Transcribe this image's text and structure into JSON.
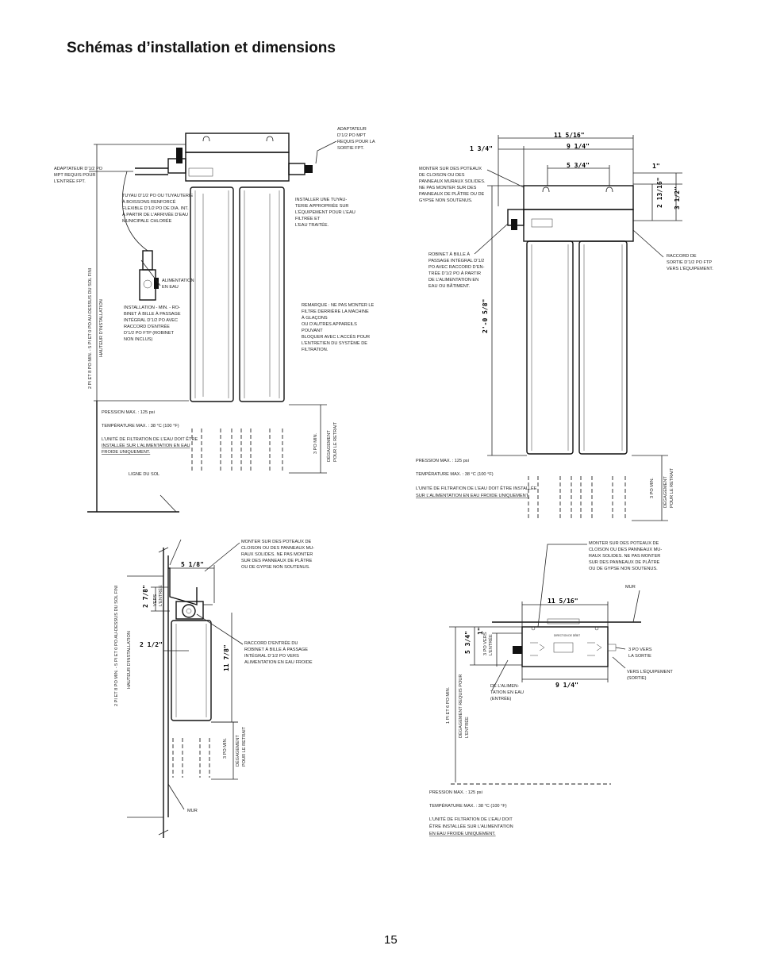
{
  "page": {
    "title": "Schémas d’installation et dimensions",
    "page_number": "15"
  },
  "fig1": {
    "adapter_outlet": [
      "ADAPTATEUR",
      "D’1/2 PO MPT",
      "REQUIS POUR LA",
      "SORTIE FPT."
    ],
    "adapter_inlet": [
      "ADAPTATEUR D’1/2 PO",
      "MPT REQUIS POUR",
      "L’ENTRÉE FPT."
    ],
    "tube": [
      "TUYAU D’1/2 PO OU TUYAUTERIE",
      "À BOISSONS RENFORCÉ",
      "FLEXIBLE D’1/2 PO DE DIA. INT.",
      "À PARTIR DE L’ARRIVÉE D’EAU",
      "MUNICIPALE CHLORÉE"
    ],
    "install_tubing": [
      "INSTALLER UNE TUYAU-",
      "TERIE APPROPRIÉE SUR",
      "L’ÉQUIPEMENT POUR L’EAU",
      "FILTRÉE ET",
      "L’EAU TRAITÉE."
    ],
    "water_supply": [
      "ALIMENTATION",
      "EN EAU"
    ],
    "min_install": [
      "INSTALLATION - MIN. - RO-",
      "BINET À BILLE À PASSAGE",
      "INTÉGRAL D’1/2 PO AVEC",
      "RACCORD D’ENTRÉE",
      "D’1/2 PO FTP (ROBINET",
      "NON INCLUS)"
    ],
    "remark": [
      "REMARQUE : NE PAS MONTER LE",
      "FILTRE DERRIÈRE LA MACHINE",
      "À GLAÇONS",
      "OU D’AUTRES APPAREILS",
      "POUVANT",
      "BLOQUER AVEC L’ACCÈS POUR",
      "L’ENTRETIEN DU SYSTÈME DE",
      "FILTRATION."
    ],
    "height_label_1": "2 PI ET 8 PO MIN. - 5 PI ET 0 PO AU-DESSUS DU SOL FINI",
    "height_label_2": "HAUTEUR D’INSTALLATION",
    "pressure": "PRESSION MAX. : 125 psi",
    "temperature": "TEMPÉRATURE MAX. : 38 °C (100 °F)",
    "cold_note_1": "L’UNITÉ DE FILTRATION DE L’EAU DOIT ÊTRE",
    "cold_note_2": "INSTALLÉE SUR L’ALIMENTATION EN EAU",
    "cold_note_3": "FROIDE UNIQUEMENT.",
    "clearance_1": "3 PO MIN.",
    "clearance_2": "DÉGAGEMENT",
    "clearance_3": "POUR LE RETRAIT",
    "ground": "LIGNE DU SOL"
  },
  "fig2": {
    "dim_overall": "11 5/16\"",
    "dim_1_3_4": "1 3/4\"",
    "dim_9_1_4": "9 1/4\"",
    "dim_5_3_4": "5 3/4\"",
    "dim_1": "1\"",
    "dim_2_13_16": "2 13/16\"",
    "dim_3_1_2": "3 1/2\"",
    "dim_height": "2'-0 5/8\"",
    "mount": [
      "MONTER SUR DES POTEAUX",
      "DE CLOISON OU DES",
      "PANNEAUX MURAUX SOLIDES.",
      "NE PAS MONTER SUR DES",
      "PANNEAUX DE PLÂTRE OU DE",
      "GYPSE NON SOUTENUS."
    ],
    "ball_valve": [
      "ROBINET À BILLE À",
      "PASSAGE INTÉGRAL D’1/2",
      "PO AVEC RACCORD D’EN-",
      "TRÉE D’1/2 PO À PARTIR",
      "DE L’ALIMENTATION EN",
      "EAU OU BÂTIMENT."
    ],
    "outlet_fitting": [
      "RACCORD DE",
      "SORTIE D’1/2 PO FTP",
      "VERS L’ÉQUIPEMENT."
    ],
    "pressure": "PRESSION MAX. : 125 psi",
    "temperature": "TEMPÉRATURE MAX. : 38 °C (100 °F)",
    "cold_note_1": "L’UNITÉ DE FILTRATION DE L’EAU DOIT ÊTRE INSTALLÉE",
    "cold_note_2": "SUR L’ALIMENTATION EN EAU FROIDE UNIQUEMENT.",
    "clearance_1": "3 PO MIN.",
    "clearance_2": "DÉGAGEMENT",
    "clearance_3": "POUR LE RETRAIT"
  },
  "fig3": {
    "dim_5_1_8": "5 1/8\"",
    "dim_2_7_8": "2 7/8\"",
    "dim_2_1_2": "2 1/2\"",
    "dim_11_7_8": "11 7/8\"",
    "to_inlet": [
      "VERS",
      "L’ENTRÉE"
    ],
    "mount": [
      "MONTER SUR DES POTEAUX DE",
      "CLOISON OU DES PANNEAUX MU-",
      "RAUX SOLIDES. NE PAS MONTER",
      "SUR DES PANNEAUX DE PLÂTRE",
      "OU DE GYPSE NON SOUTENUS."
    ],
    "inlet_fitting": [
      "RACCORD D’ENTRÉE DU",
      "ROBINET À BILLE À PASSAGE",
      "INTÉGRAL D’1/2 PO VERS",
      "ALIMENTATION EN EAU FROIDE"
    ],
    "height_label_1": "2 PI ET 8 PO MIN. - 5 PI ET 0 PO AU-DESSUS DU SOL FINI",
    "height_label_2": "HAUTEUR D’INSTALLATION",
    "clearance_1": "3 PO MIN.",
    "clearance_2": "DÉGAGEMENT",
    "clearance_3": "POUR LE RETRAIT",
    "wall": "MUR"
  },
  "fig4": {
    "mount": [
      "MONTER SUR DES POTEAUX DE",
      "CLOISON OU DES PANNEAUX MU-",
      "RAUX SOLIDES. NE PAS MONTER",
      "SUR DES PANNEAUX DE PLÂTRE",
      "OU DE GYPSE NON SOUTENUS."
    ],
    "wall": "MUR",
    "dim_11_5_16": "11 5/16\"",
    "dim_9_1_4": "9 1/4\"",
    "dim_5_3_4": "5 3/4\"",
    "dim_1": "1\"",
    "to_inlet": [
      "3 PO VERS",
      "L’ENTRÉE"
    ],
    "to_outlet": [
      "3 PO VERS",
      "LA SORTIE"
    ],
    "to_equipment": [
      "VERS L’ÉQUIPEMENT",
      "(SORTIE)"
    ],
    "from_supply": [
      "DE L’ALIMEN-",
      "TATION EN EAU",
      "(ENTRÉE)"
    ],
    "min_floor": "1 PI ET 6 PO MIN.",
    "clearance_inlet": [
      "DÉGAGEMENT REQUIS POUR",
      "L’ENTRÉE"
    ],
    "direction": "DIRECTION DE DÉBIT",
    "pressure": "PRESSION MAX. : 125 psi",
    "temperature": "TEMPÉRATURE MAX. : 38 °C (100 °F)",
    "cold_note_1": "L’UNITÉ DE FILTRATION DE L’EAU DOIT",
    "cold_note_2": "ÊTRE INSTALLÉE SUR L’ALIMENTATION",
    "cold_note_3": "EN EAU FROIDE UNIQUEMENT."
  }
}
